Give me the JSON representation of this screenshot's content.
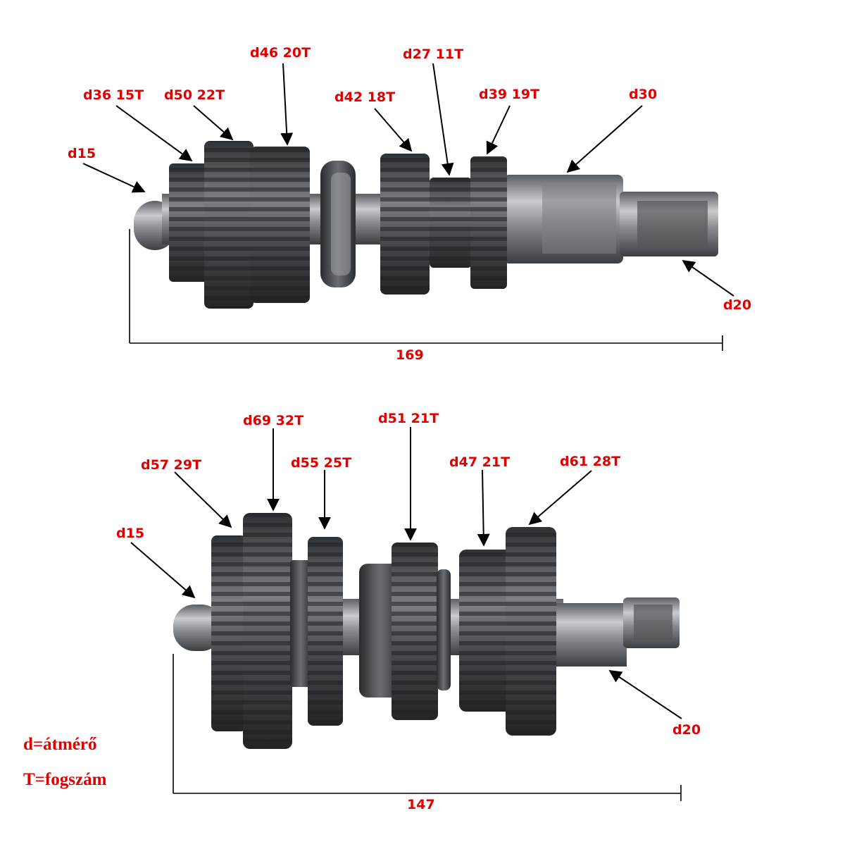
{
  "colors": {
    "label": "#e00000",
    "arrow": "#000000",
    "steel_dark": "#3a3d40",
    "steel_mid": "#6f7377",
    "steel_light": "#b9bcbf",
    "background": "#ffffff"
  },
  "top_shaft": {
    "labels": [
      {
        "text": "d15"
      },
      {
        "text": "d36 15T"
      },
      {
        "text": "d50 22T"
      },
      {
        "text": "d46 20T"
      },
      {
        "text": "d42 18T"
      },
      {
        "text": "d27 11T"
      },
      {
        "text": "d39 19T"
      },
      {
        "text": "d30"
      },
      {
        "text": "d20"
      }
    ],
    "length": "169"
  },
  "bottom_shaft": {
    "labels": [
      {
        "text": "d15"
      },
      {
        "text": "d57 29T"
      },
      {
        "text": "d69 32T"
      },
      {
        "text": "d55 25T"
      },
      {
        "text": "d51 21T"
      },
      {
        "text": "d47 21T"
      },
      {
        "text": "d61 28T"
      },
      {
        "text": "d20"
      }
    ],
    "length": "147"
  },
  "legend": {
    "line1": "d=átmérő",
    "line2": "T=fogszám"
  }
}
